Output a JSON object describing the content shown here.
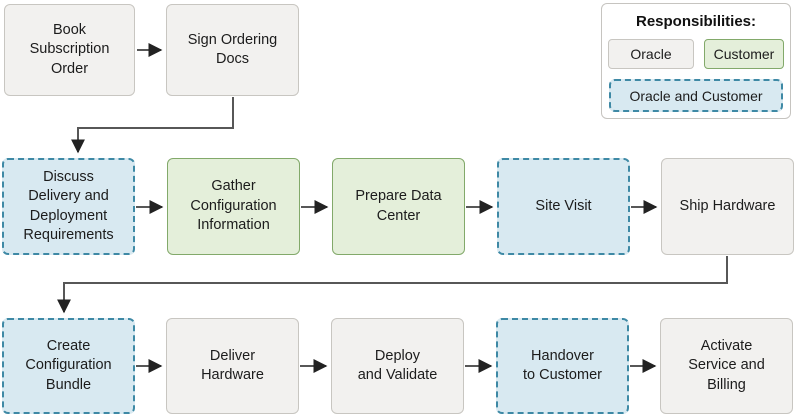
{
  "legend": {
    "title": "Responsibilities:",
    "items": [
      {
        "label": "Oracle",
        "type": "oracle"
      },
      {
        "label": "Customer",
        "type": "customer"
      },
      {
        "label": "Oracle and Customer",
        "type": "oracle-and-customer"
      }
    ]
  },
  "nodes": [
    {
      "id": "book-subscription-order",
      "label": "Book\nSubscription\nOrder",
      "responsibility": "oracle"
    },
    {
      "id": "sign-ordering-docs",
      "label": "Sign Ordering\nDocs",
      "responsibility": "oracle"
    },
    {
      "id": "discuss-delivery-deployment",
      "label": "Discuss\nDelivery and\nDeployment\nRequirements",
      "responsibility": "oracle-and-customer"
    },
    {
      "id": "gather-configuration-information",
      "label": "Gather\nConfiguration\nInformation",
      "responsibility": "customer"
    },
    {
      "id": "prepare-data-center",
      "label": "Prepare Data\nCenter",
      "responsibility": "customer"
    },
    {
      "id": "site-visit",
      "label": "Site Visit",
      "responsibility": "oracle-and-customer"
    },
    {
      "id": "ship-hardware",
      "label": "Ship Hardware",
      "responsibility": "oracle"
    },
    {
      "id": "create-configuration-bundle",
      "label": "Create\nConfiguration\nBundle",
      "responsibility": "oracle-and-customer"
    },
    {
      "id": "deliver-hardware",
      "label": "Deliver\nHardware",
      "responsibility": "oracle"
    },
    {
      "id": "deploy-and-validate",
      "label": "Deploy\nand Validate",
      "responsibility": "oracle"
    },
    {
      "id": "handover-to-customer",
      "label": "Handover\nto Customer",
      "responsibility": "oracle-and-customer"
    },
    {
      "id": "activate-service-billing",
      "label": "Activate\nService and\nBilling",
      "responsibility": "oracle"
    }
  ],
  "edges": [
    {
      "from": "book-subscription-order",
      "to": "sign-ordering-docs"
    },
    {
      "from": "sign-ordering-docs",
      "to": "discuss-delivery-deployment"
    },
    {
      "from": "discuss-delivery-deployment",
      "to": "gather-configuration-information"
    },
    {
      "from": "gather-configuration-information",
      "to": "prepare-data-center"
    },
    {
      "from": "prepare-data-center",
      "to": "site-visit"
    },
    {
      "from": "site-visit",
      "to": "ship-hardware"
    },
    {
      "from": "ship-hardware",
      "to": "create-configuration-bundle"
    },
    {
      "from": "create-configuration-bundle",
      "to": "deliver-hardware"
    },
    {
      "from": "deliver-hardware",
      "to": "deploy-and-validate"
    },
    {
      "from": "deploy-and-validate",
      "to": "handover-to-customer"
    },
    {
      "from": "handover-to-customer",
      "to": "activate-service-billing"
    }
  ],
  "colors": {
    "oracle_fill": "#f2f1ef",
    "oracle_border": "#c8c6c1",
    "customer_fill": "#e4efda",
    "customer_border": "#82a96a",
    "oracle_and_customer_fill": "#d8e9f1",
    "oracle_and_customer_border": "#3e89a5",
    "arrow_line": "#575757",
    "arrow_head": "#222222",
    "text": "#1c1c1c"
  }
}
